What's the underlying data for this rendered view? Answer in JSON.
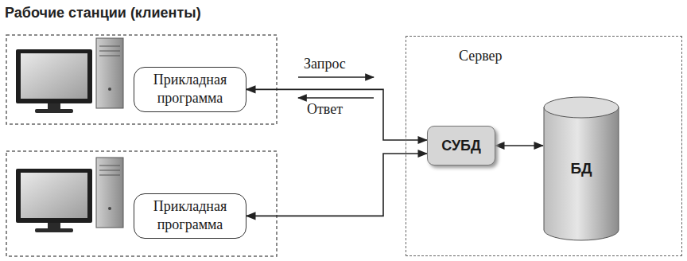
{
  "diagram": {
    "title": "Рабочие станции (клиенты)",
    "nodes": [
      {
        "text": [
          "Прикладная программа"
        ]
      },
      {
        "text": [
          "Прикладная программа"
        ]
      },
      {
        "text": [
          "Сервер"
        ]
      },
      {
        "text": [
          "СУБД"
        ],
        "in": 2
      },
      {
        "text": [
          "БД"
        ],
        "in": 2
      }
    ],
    "edges": [
      {
        "from": 0,
        "to": 3,
        "arrow": "both"
      },
      {
        "from": 1,
        "to": 3,
        "arrow": "both"
      },
      {
        "from": 3,
        "to": 4,
        "arrow": "both"
      }
    ],
    "labels": [
      "Запрос",
      "Ответ"
    ]
  }
}
